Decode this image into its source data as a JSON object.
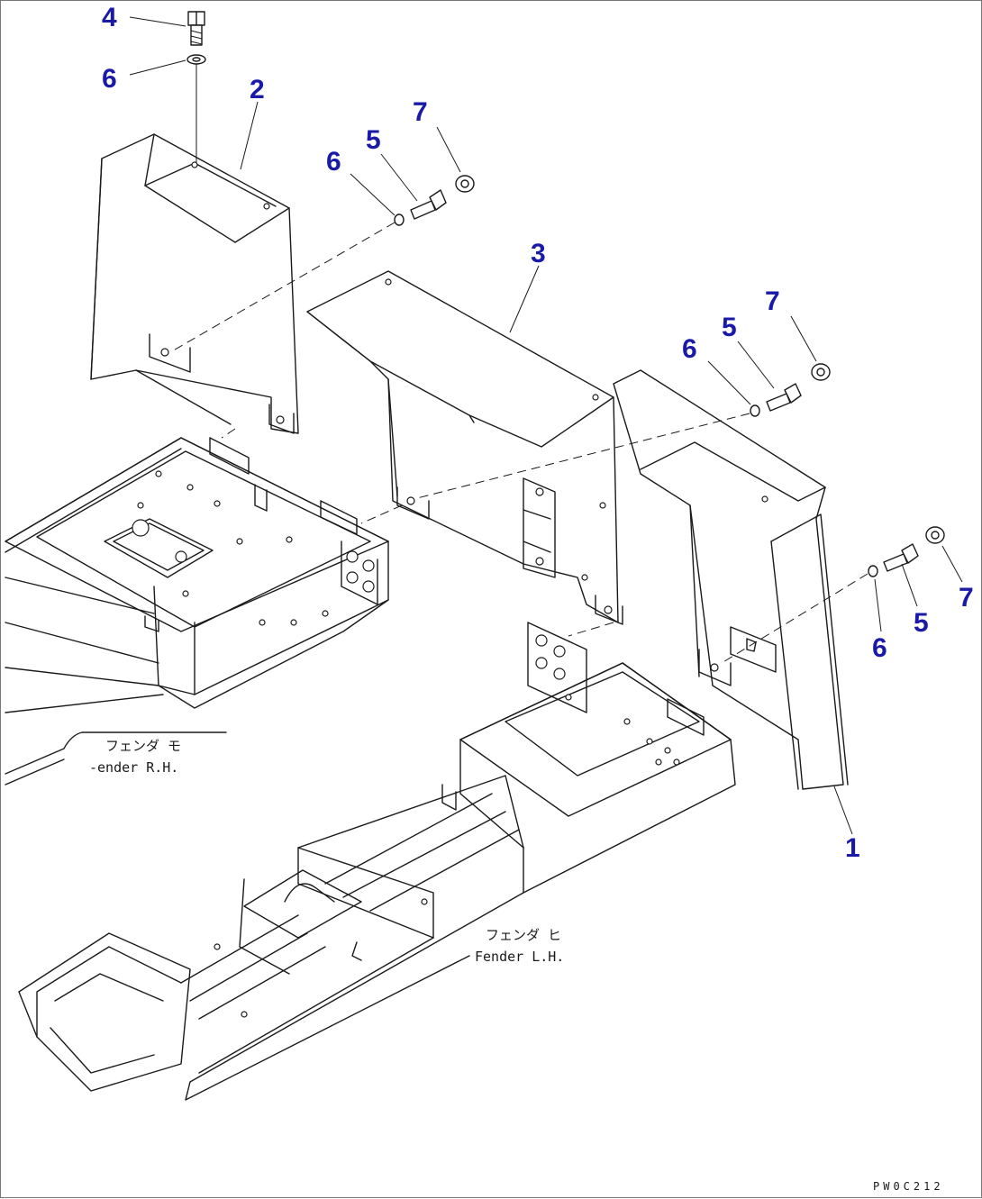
{
  "callouts": [
    {
      "id": "c4",
      "text": "4"
    },
    {
      "id": "c6a",
      "text": "6"
    },
    {
      "id": "c2",
      "text": "2"
    },
    {
      "id": "c7a",
      "text": "7"
    },
    {
      "id": "c5a",
      "text": "5"
    },
    {
      "id": "c6b",
      "text": "6"
    },
    {
      "id": "c3",
      "text": "3"
    },
    {
      "id": "c7b",
      "text": "7"
    },
    {
      "id": "c5b",
      "text": "5"
    },
    {
      "id": "c6c",
      "text": "6"
    },
    {
      "id": "c7c",
      "text": "7"
    },
    {
      "id": "c5c",
      "text": "5"
    },
    {
      "id": "c6d",
      "text": "6"
    },
    {
      "id": "c1",
      "text": "1"
    }
  ],
  "notes": {
    "rh_jp": "フェンダ モ",
    "rh_en": "-ender R.H.",
    "lh_jp": "フェンダ ヒ",
    "lh_en": "Fender L.H."
  },
  "drawing_code": "PW0C212"
}
